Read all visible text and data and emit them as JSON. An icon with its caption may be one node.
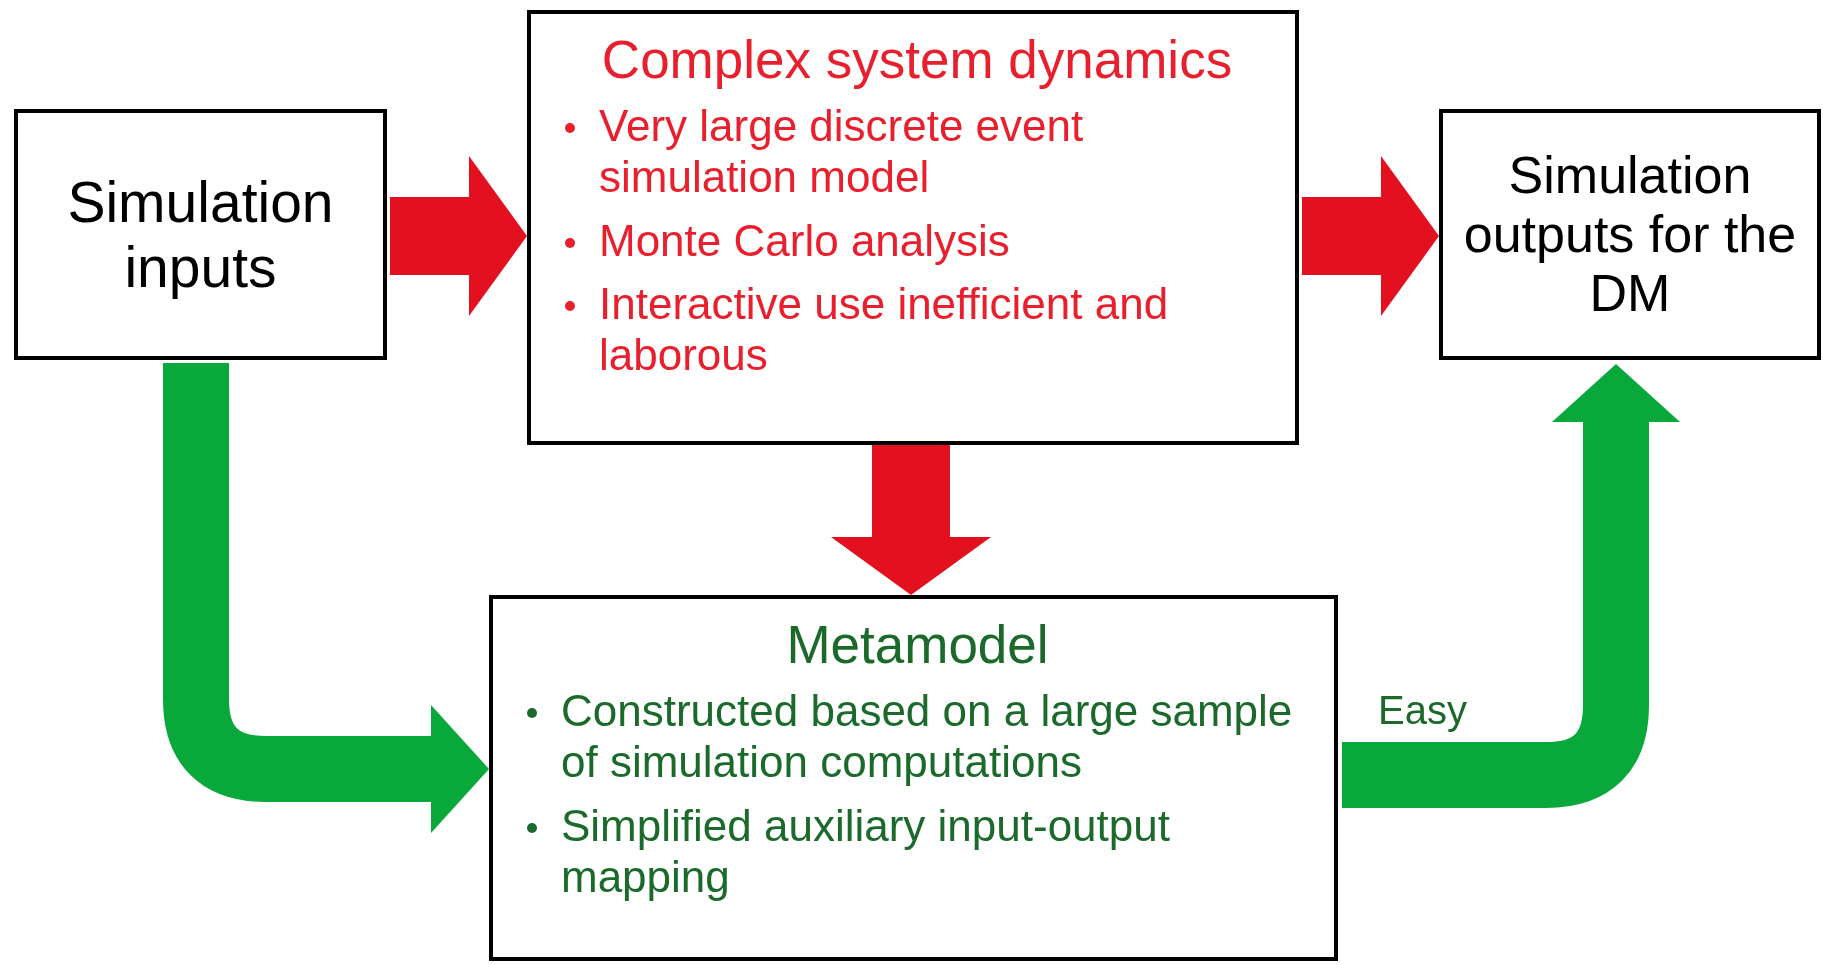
{
  "diagram": {
    "nodes": [
      {
        "text": [
          "Simulation inputs"
        ]
      },
      {
        "text": [
          "Complex system dynamics",
          "Very large discrete event simulation model",
          "Monte Carlo analysis",
          "Interactive use inefficient and laborous"
        ]
      },
      {
        "text": [
          "Simulation outputs for the DM"
        ]
      },
      {
        "text": [
          "Metamodel",
          "Constructed based on a large sample of simulation computations",
          "Simplified auxiliary input-output mapping"
        ]
      }
    ],
    "edges": [
      {
        "from": 0,
        "to": 1,
        "arrow": "to"
      },
      {
        "from": 1,
        "to": 2,
        "arrow": "to"
      },
      {
        "from": 1,
        "to": 3,
        "arrow": "to"
      },
      {
        "from": 0,
        "to": 3,
        "arrow": "to",
        "color": "#08a83a"
      },
      {
        "from": 3,
        "to": 2,
        "arrow": "to",
        "color": "#08a83a",
        "label": "Easy"
      }
    ]
  }
}
